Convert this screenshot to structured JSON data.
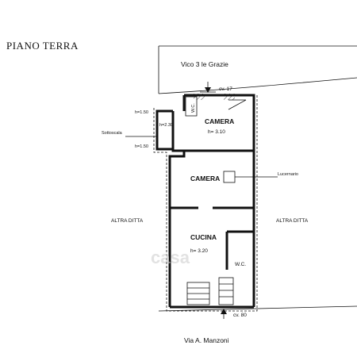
{
  "plan": {
    "title": "PIANO TERRA",
    "street_top": "Vico 3 le Grazie",
    "street_bottom": "Via A. Manzoni",
    "civic_top": "cv. 17",
    "civic_bottom": "cv. 80",
    "left_neighbor": "ALTRA DITTA",
    "right_neighbor": "ALTRA DITTA",
    "skylight_label": "Lucernario",
    "understairs_label": "Sottoscala",
    "rooms": {
      "camera_top": {
        "name": "CAMERA",
        "height": "h= 3.10"
      },
      "camera_mid": {
        "name": "CAMERA"
      },
      "cucina": {
        "name": "CUCINA",
        "height": "h= 3.20"
      },
      "wc_top": {
        "name": "W.C."
      },
      "wc_bottom": {
        "name": "W.C."
      }
    },
    "heights": {
      "h1": "h=1.50",
      "h2": "h=2.30",
      "h3": "h=1.50"
    },
    "watermark": "casa"
  }
}
